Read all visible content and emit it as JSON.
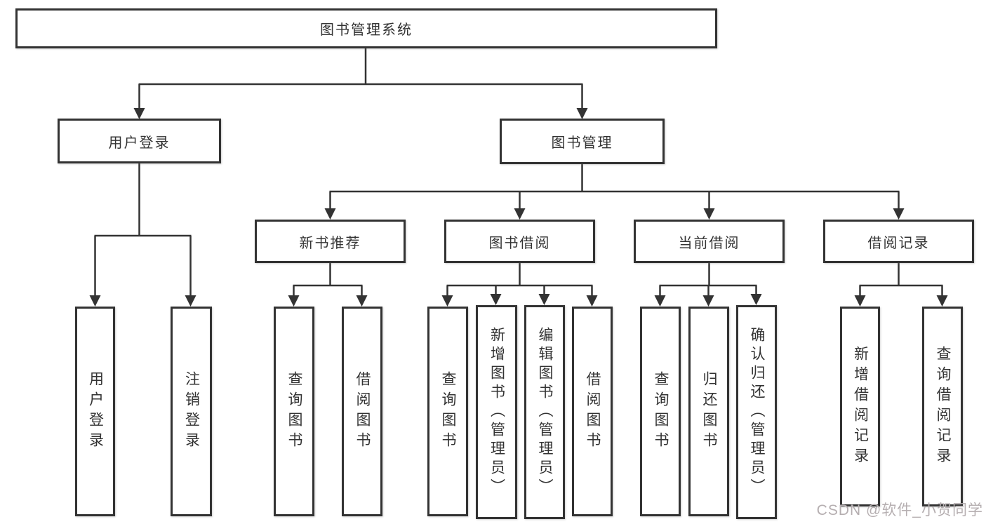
{
  "diagram": {
    "root": {
      "label": "图书管理系统",
      "children": [
        {
          "label": "用户登录",
          "children": [
            {
              "label": "用户登录"
            },
            {
              "label": "注销登录"
            }
          ]
        },
        {
          "label": "图书管理",
          "children": [
            {
              "label": "新书推荐",
              "children": [
                {
                  "label": "查询图书"
                },
                {
                  "label": "借阅图书"
                }
              ]
            },
            {
              "label": "图书借阅",
              "children": [
                {
                  "label": "查询图书"
                },
                {
                  "label": "新增图书（管理员）"
                },
                {
                  "label": "编辑图书（管理员）"
                },
                {
                  "label": "借阅图书"
                }
              ]
            },
            {
              "label": "当前借阅",
              "children": [
                {
                  "label": "查询图书"
                },
                {
                  "label": "归还图书"
                },
                {
                  "label": "确认归还（管理员）"
                }
              ]
            },
            {
              "label": "借阅记录",
              "children": [
                {
                  "label": "新增借阅记录"
                },
                {
                  "label": "查询借阅记录"
                }
              ]
            }
          ]
        }
      ]
    }
  },
  "watermark": {
    "text": "CSDN @软件_小贺同学"
  },
  "colors": {
    "line": "#333333",
    "box_border": "#333333",
    "box_fill": "#ffffff",
    "text": "#333333",
    "watermark": "#b5aeb0",
    "background": "#ffffff"
  }
}
